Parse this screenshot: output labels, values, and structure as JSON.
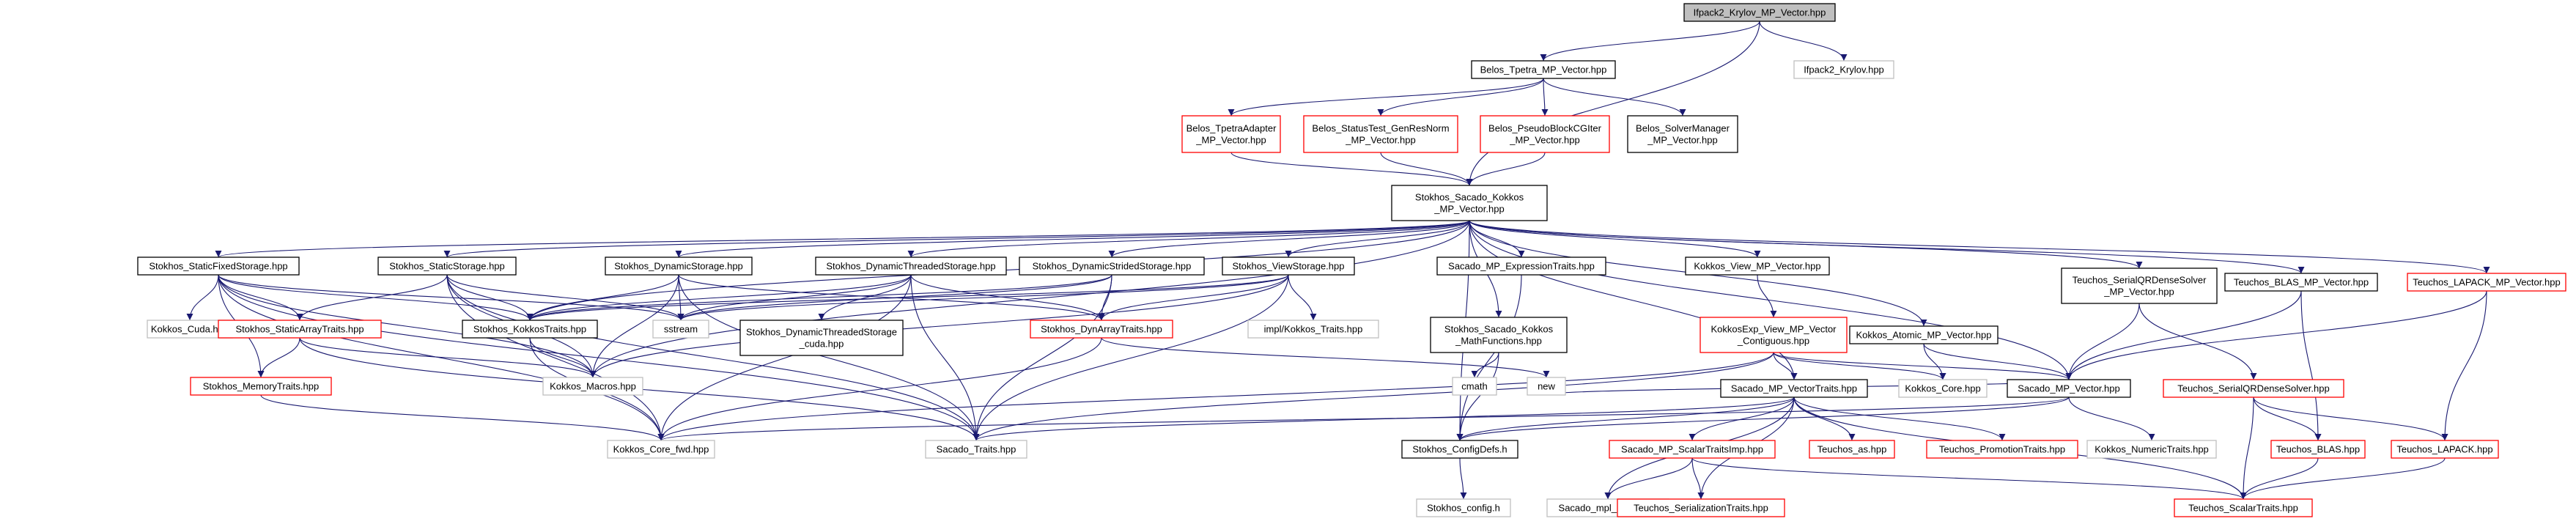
{
  "colors": {
    "edge": "#191970",
    "border_black": "#000000",
    "border_red": "#ff0000",
    "border_gray": "#bfbfbf",
    "root_fill": "#bfbfbf",
    "fill": "#ffffff"
  },
  "nodes": [
    {
      "id": "root",
      "lines": [
        "Ifpack2_Krylov_MP_Vector.hpp"
      ],
      "style": "root"
    },
    {
      "id": "belos_tpetra",
      "lines": [
        "Belos_Tpetra_MP_Vector.hpp"
      ],
      "style": "black"
    },
    {
      "id": "ifpack2_krylov",
      "lines": [
        "Ifpack2_Krylov.hpp"
      ],
      "style": "gray"
    },
    {
      "id": "belos_tpetraadapter",
      "lines": [
        "Belos_TpetraAdapter",
        "_MP_Vector.hpp"
      ],
      "style": "red"
    },
    {
      "id": "belos_statustest",
      "lines": [
        "Belos_StatusTest_GenResNorm",
        "_MP_Vector.hpp"
      ],
      "style": "red"
    },
    {
      "id": "belos_pseudoblock",
      "lines": [
        "Belos_PseudoBlockCGIter",
        "_MP_Vector.hpp"
      ],
      "style": "red"
    },
    {
      "id": "belos_solvermanager",
      "lines": [
        "Belos_SolverManager",
        "_MP_Vector.hpp"
      ],
      "style": "black"
    },
    {
      "id": "sacado_kokkos",
      "lines": [
        "Stokhos_Sacado_Kokkos",
        "_MP_Vector.hpp"
      ],
      "style": "black"
    },
    {
      "id": "staticfixed",
      "lines": [
        "Stokhos_StaticFixedStorage.hpp"
      ],
      "style": "black"
    },
    {
      "id": "staticstorage",
      "lines": [
        "Stokhos_StaticStorage.hpp"
      ],
      "style": "black"
    },
    {
      "id": "dynamicstorage",
      "lines": [
        "Stokhos_DynamicStorage.hpp"
      ],
      "style": "black"
    },
    {
      "id": "dynthreaded",
      "lines": [
        "Stokhos_DynamicThreadedStorage.hpp"
      ],
      "style": "black"
    },
    {
      "id": "dynstrided",
      "lines": [
        "Stokhos_DynamicStridedStorage.hpp"
      ],
      "style": "black"
    },
    {
      "id": "viewstorage",
      "lines": [
        "Stokhos_ViewStorage.hpp"
      ],
      "style": "black"
    },
    {
      "id": "sacado_mp_expr",
      "lines": [
        "Sacado_MP_ExpressionTraits.hpp"
      ],
      "style": "black"
    },
    {
      "id": "kokkos_view_mp",
      "lines": [
        "Kokkos_View_MP_Vector.hpp"
      ],
      "style": "black"
    },
    {
      "id": "teuchos_serialqr_mp",
      "lines": [
        "Teuchos_SerialQRDenseSolver",
        "_MP_Vector.hpp"
      ],
      "style": "black"
    },
    {
      "id": "teuchos_blas_mp",
      "lines": [
        "Teuchos_BLAS_MP_Vector.hpp"
      ],
      "style": "black"
    },
    {
      "id": "teuchos_lapack_mp",
      "lines": [
        "Teuchos_LAPACK_MP_Vector.hpp"
      ],
      "style": "red"
    },
    {
      "id": "kokkos_cuda",
      "lines": [
        "Kokkos_Cuda.hpp"
      ],
      "style": "gray"
    },
    {
      "id": "staticarraytraits",
      "lines": [
        "Stokhos_StaticArrayTraits.hpp"
      ],
      "style": "red"
    },
    {
      "id": "sstream",
      "lines": [
        "sstream"
      ],
      "style": "gray"
    },
    {
      "id": "kokkostraits",
      "lines": [
        "Stokhos_KokkosTraits.hpp"
      ],
      "style": "black"
    },
    {
      "id": "dynthreaded_cuda",
      "lines": [
        "Stokhos_DynamicThreadedStorage",
        "_cuda.hpp"
      ],
      "style": "black"
    },
    {
      "id": "dynarraytraits",
      "lines": [
        "Stokhos_DynArrayTraits.hpp"
      ],
      "style": "red"
    },
    {
      "id": "impl_kokkos_traits",
      "lines": [
        "impl/Kokkos_Traits.hpp"
      ],
      "style": "gray"
    },
    {
      "id": "sacado_kokkos_math",
      "lines": [
        "Stokhos_Sacado_Kokkos",
        "_MathFunctions.hpp"
      ],
      "style": "black"
    },
    {
      "id": "kokkosexp_view",
      "lines": [
        "KokkosExp_View_MP_Vector",
        "_Contiguous.hpp"
      ],
      "style": "red"
    },
    {
      "id": "kokkos_atomic_mp",
      "lines": [
        "Kokkos_Atomic_MP_Vector.hpp"
      ],
      "style": "black"
    },
    {
      "id": "memorytraits",
      "lines": [
        "Stokhos_MemoryTraits.hpp"
      ],
      "style": "red"
    },
    {
      "id": "kokkos_macros",
      "lines": [
        "Kokkos_Macros.hpp"
      ],
      "style": "gray"
    },
    {
      "id": "new",
      "lines": [
        "new"
      ],
      "style": "gray"
    },
    {
      "id": "cmath",
      "lines": [
        "cmath"
      ],
      "style": "gray"
    },
    {
      "id": "sacado_mp_vectortraits",
      "lines": [
        "Sacado_MP_VectorTraits.hpp"
      ],
      "style": "black"
    },
    {
      "id": "kokkos_core",
      "lines": [
        "Kokkos_Core.hpp"
      ],
      "style": "gray"
    },
    {
      "id": "sacado_mp_vector",
      "lines": [
        "Sacado_MP_Vector.hpp"
      ],
      "style": "black"
    },
    {
      "id": "teuchos_serialqr",
      "lines": [
        "Teuchos_SerialQRDenseSolver.hpp"
      ],
      "style": "red"
    },
    {
      "id": "kokkos_core_fwd",
      "lines": [
        "Kokkos_Core_fwd.hpp"
      ],
      "style": "gray"
    },
    {
      "id": "sacado_traits",
      "lines": [
        "Sacado_Traits.hpp"
      ],
      "style": "gray"
    },
    {
      "id": "stokhos_configdefs",
      "lines": [
        "Stokhos_ConfigDefs.h"
      ],
      "style": "black"
    },
    {
      "id": "sacado_mp_scalartraitsimp",
      "lines": [
        "Sacado_MP_ScalarTraitsImp.hpp"
      ],
      "style": "red"
    },
    {
      "id": "teuchos_as",
      "lines": [
        "Teuchos_as.hpp"
      ],
      "style": "red"
    },
    {
      "id": "teuchos_promotiontraits",
      "lines": [
        "Teuchos_PromotionTraits.hpp"
      ],
      "style": "red"
    },
    {
      "id": "kokkos_numerictraits",
      "lines": [
        "Kokkos_NumericTraits.hpp"
      ],
      "style": "gray"
    },
    {
      "id": "teuchos_blas",
      "lines": [
        "Teuchos_BLAS.hpp"
      ],
      "style": "red"
    },
    {
      "id": "teuchos_lapack",
      "lines": [
        "Teuchos_LAPACK.hpp"
      ],
      "style": "red"
    },
    {
      "id": "stokhos_config",
      "lines": [
        "Stokhos_config.h"
      ],
      "style": "gray"
    },
    {
      "id": "sacado_mpl_apply",
      "lines": [
        "Sacado_mpl_apply.hpp"
      ],
      "style": "gray"
    },
    {
      "id": "teuchos_serializationtraits",
      "lines": [
        "Teuchos_SerializationTraits.hpp"
      ],
      "style": "red"
    },
    {
      "id": "teuchos_scalartraits",
      "lines": [
        "Teuchos_ScalarTraits.hpp"
      ],
      "style": "red"
    }
  ],
  "edges": [
    [
      "root",
      "belos_tpetra"
    ],
    [
      "root",
      "ifpack2_krylov"
    ],
    [
      "root",
      "sacado_kokkos"
    ],
    [
      "belos_tpetra",
      "belos_tpetraadapter"
    ],
    [
      "belos_tpetra",
      "belos_statustest"
    ],
    [
      "belos_tpetra",
      "belos_pseudoblock"
    ],
    [
      "belos_tpetra",
      "belos_solvermanager"
    ],
    [
      "belos_tpetraadapter",
      "sacado_kokkos"
    ],
    [
      "belos_statustest",
      "sacado_kokkos"
    ],
    [
      "belos_pseudoblock",
      "sacado_kokkos"
    ],
    [
      "sacado_kokkos",
      "staticfixed"
    ],
    [
      "sacado_kokkos",
      "staticstorage"
    ],
    [
      "sacado_kokkos",
      "dynamicstorage"
    ],
    [
      "sacado_kokkos",
      "dynthreaded"
    ],
    [
      "sacado_kokkos",
      "dynstrided"
    ],
    [
      "sacado_kokkos",
      "viewstorage"
    ],
    [
      "sacado_kokkos",
      "sacado_mp_expr"
    ],
    [
      "sacado_kokkos",
      "kokkos_view_mp"
    ],
    [
      "sacado_kokkos",
      "teuchos_serialqr_mp"
    ],
    [
      "sacado_kokkos",
      "teuchos_blas_mp"
    ],
    [
      "sacado_kokkos",
      "teuchos_lapack_mp"
    ],
    [
      "sacado_kokkos",
      "sacado_kokkos_math"
    ],
    [
      "sacado_kokkos",
      "kokkos_atomic_mp"
    ],
    [
      "sacado_kokkos",
      "kokkostraits"
    ],
    [
      "sacado_kokkos",
      "kokkos_macros"
    ],
    [
      "sacado_kokkos",
      "sacado_mp_vectortraits"
    ],
    [
      "sacado_kokkos",
      "sacado_mp_vector"
    ],
    [
      "sacado_kokkos",
      "stokhos_configdefs"
    ],
    [
      "staticfixed",
      "kokkos_cuda"
    ],
    [
      "staticfixed",
      "staticarraytraits"
    ],
    [
      "staticfixed",
      "sstream"
    ],
    [
      "staticfixed",
      "kokkostraits"
    ],
    [
      "staticfixed",
      "memorytraits"
    ],
    [
      "staticfixed",
      "kokkos_macros"
    ],
    [
      "staticfixed",
      "kokkos_core_fwd"
    ],
    [
      "staticfixed",
      "sacado_traits"
    ],
    [
      "staticstorage",
      "staticarraytraits"
    ],
    [
      "staticstorage",
      "sstream"
    ],
    [
      "staticstorage",
      "kokkostraits"
    ],
    [
      "staticstorage",
      "kokkos_macros"
    ],
    [
      "staticstorage",
      "sacado_traits"
    ],
    [
      "staticstorage",
      "kokkos_core_fwd"
    ],
    [
      "dynamicstorage",
      "sstream"
    ],
    [
      "dynamicstorage",
      "kokkostraits"
    ],
    [
      "dynamicstorage",
      "dynarraytraits"
    ],
    [
      "dynamicstorage",
      "kokkos_macros"
    ],
    [
      "dynamicstorage",
      "sacado_traits"
    ],
    [
      "dynthreaded",
      "sstream"
    ],
    [
      "dynthreaded",
      "dynthreaded_cuda"
    ],
    [
      "dynthreaded",
      "dynarraytraits"
    ],
    [
      "dynthreaded",
      "kokkostraits"
    ],
    [
      "dynthreaded",
      "sacado_traits"
    ],
    [
      "dynthreaded",
      "kokkos_core_fwd"
    ],
    [
      "dynstrided",
      "sstream"
    ],
    [
      "dynstrided",
      "dynarraytraits"
    ],
    [
      "dynstrided",
      "kokkostraits"
    ],
    [
      "dynstrided",
      "sacado_traits"
    ],
    [
      "viewstorage",
      "sstream"
    ],
    [
      "viewstorage",
      "dynarraytraits"
    ],
    [
      "viewstorage",
      "impl_kokkos_traits"
    ],
    [
      "viewstorage",
      "kokkostraits"
    ],
    [
      "viewstorage",
      "kokkos_macros"
    ],
    [
      "viewstorage",
      "sacado_traits"
    ],
    [
      "sacado_mp_expr",
      "stokhos_configdefs"
    ],
    [
      "kokkos_view_mp",
      "kokkosexp_view"
    ],
    [
      "teuchos_serialqr_mp",
      "teuchos_serialqr"
    ],
    [
      "teuchos_serialqr_mp",
      "sacado_mp_vector"
    ],
    [
      "teuchos_blas_mp",
      "teuchos_blas"
    ],
    [
      "teuchos_blas_mp",
      "sacado_mp_vector"
    ],
    [
      "teuchos_lapack_mp",
      "teuchos_lapack"
    ],
    [
      "teuchos_lapack_mp",
      "sacado_mp_vector"
    ],
    [
      "staticarraytraits",
      "memorytraits"
    ],
    [
      "staticarraytraits",
      "kokkos_macros"
    ],
    [
      "staticarraytraits",
      "sacado_traits"
    ],
    [
      "kokkostraits",
      "kokkos_macros"
    ],
    [
      "kokkostraits",
      "kokkos_core_fwd"
    ],
    [
      "dynarraytraits",
      "new"
    ],
    [
      "dynarraytraits",
      "kokkos_core_fwd"
    ],
    [
      "sacado_kokkos_math",
      "cmath"
    ],
    [
      "sacado_kokkos_math",
      "stokhos_configdefs"
    ],
    [
      "kokkosexp_view",
      "sacado_mp_vectortraits"
    ],
    [
      "kokkosexp_view",
      "kokkos_core"
    ],
    [
      "kokkosexp_view",
      "sacado_mp_vector"
    ],
    [
      "kokkosexp_view",
      "sacado_traits"
    ],
    [
      "kokkosexp_view",
      "kokkos_core_fwd"
    ],
    [
      "kokkos_atomic_mp",
      "kokkos_core"
    ],
    [
      "kokkos_atomic_mp",
      "sacado_mp_vector"
    ],
    [
      "memorytraits",
      "kokkos_core_fwd"
    ],
    [
      "sacado_mp_vectortraits",
      "sacado_traits"
    ],
    [
      "sacado_mp_vectortraits",
      "stokhos_configdefs"
    ],
    [
      "sacado_mp_vectortraits",
      "sacado_mp_scalartraitsimp"
    ],
    [
      "sacado_mp_vectortraits",
      "teuchos_as"
    ],
    [
      "sacado_mp_vectortraits",
      "teuchos_promotiontraits"
    ],
    [
      "sacado_mp_vectortraits",
      "teuchos_scalartraits"
    ],
    [
      "sacado_mp_vectortraits",
      "sacado_mpl_apply"
    ],
    [
      "sacado_mp_vectortraits",
      "teuchos_serializationtraits"
    ],
    [
      "sacado_mp_vector",
      "kokkos_numerictraits"
    ],
    [
      "sacado_mp_vector",
      "stokhos_configdefs"
    ],
    [
      "sacado_mp_vector",
      "new"
    ],
    [
      "sacado_mp_vector",
      "kokkos_core_fwd"
    ],
    [
      "teuchos_serialqr",
      "teuchos_blas"
    ],
    [
      "teuchos_serialqr",
      "teuchos_lapack"
    ],
    [
      "teuchos_serialqr",
      "teuchos_scalartraits"
    ],
    [
      "stokhos_configdefs",
      "stokhos_config"
    ],
    [
      "sacado_mp_scalartraitsimp",
      "sacado_mpl_apply"
    ],
    [
      "sacado_mp_scalartraitsimp",
      "teuchos_serializationtraits"
    ],
    [
      "sacado_mp_scalartraitsimp",
      "teuchos_scalartraits"
    ],
    [
      "teuchos_blas",
      "teuchos_scalartraits"
    ],
    [
      "teuchos_lapack",
      "teuchos_scalartraits"
    ]
  ]
}
